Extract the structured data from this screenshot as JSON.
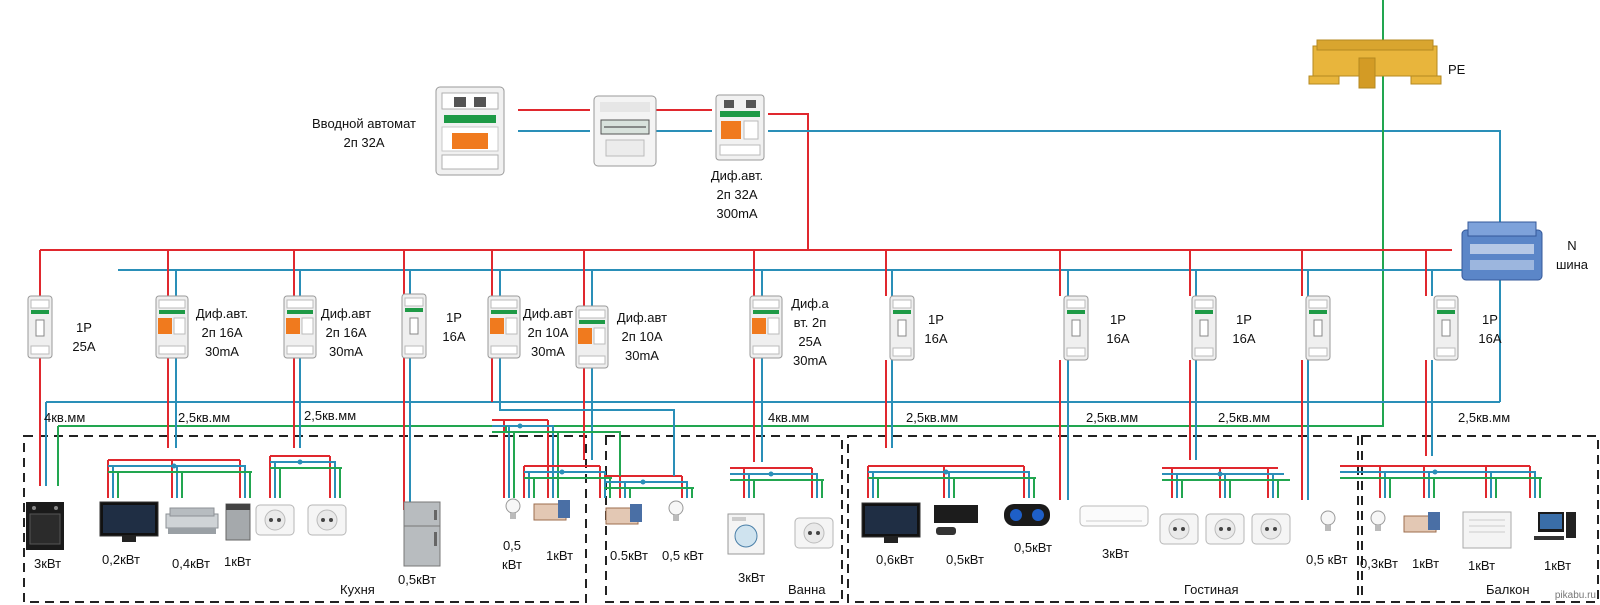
{
  "labels": {
    "input_breaker": "Вводной автомат\n2п 32А",
    "main_rcbo": "Диф.авт.\n2п 32А\n300mA",
    "pe": "PE",
    "n_bus": "N\nшина",
    "b1": "1P\n25A",
    "b2": "Диф.авт.\n2п 16А\n30mA",
    "b3": "Диф.авт\n2п 16А\n30mA",
    "b4": "1P\n16A",
    "b5": "Диф.авт\n2п 10А\n30mA",
    "b6": "Диф.авт\n2п 10А\n30mA",
    "b7": "Диф.а\nвт. 2п\n25А\n30mA",
    "b8": "1P\n16A",
    "b9": "1P\n16A",
    "b10": "1P\n16A",
    "b12": "1P\n16A",
    "w1": "4кв.мм",
    "w2": "2,5кв.мм",
    "w3": "2,5кв.мм",
    "w4": "4кв.мм",
    "w5": "2,5кв.мм",
    "w6": "2,5кв.мм",
    "w7": "2,5кв.мм",
    "w8": "2,5кв.мм",
    "p_oven": "3кВт",
    "p_tv1": "0,2кВт",
    "p_hood": "0,4кВт",
    "p_dish": "1кВт",
    "p_fridge": "0,5кВт",
    "p_lamp1": "0,5\nкВт",
    "p_floor1": "1кВт",
    "p_floor2": "0.5кВт",
    "p_lamp2": "0,5 кВт",
    "p_wash": "3кВт",
    "p_tv2": "0,6кВт",
    "p_console": "0,5кВт",
    "p_speaker": "0,5кВт",
    "p_ac": "3кВт",
    "p_lamp3": "0,5 кВт",
    "p_lamp4": "0,3кВт",
    "p_floor3": "1кВт",
    "p_conv": "1кВт",
    "p_pc": "1кВт",
    "room_kitchen": "Кухня",
    "room_bath": "Ванна",
    "room_living": "Гостиная",
    "room_balcony": "Балкон",
    "watermark": "pikabu.ru"
  },
  "colors": {
    "phase": "#e0282e",
    "neutral": "#2a8fb8",
    "ground": "#22a650",
    "breaker_body": "#efefef",
    "breaker_lever": "#f07a1e",
    "frame": "#222222",
    "pe_bar": "#e8b53c",
    "n_bus": "#5b86c8"
  }
}
